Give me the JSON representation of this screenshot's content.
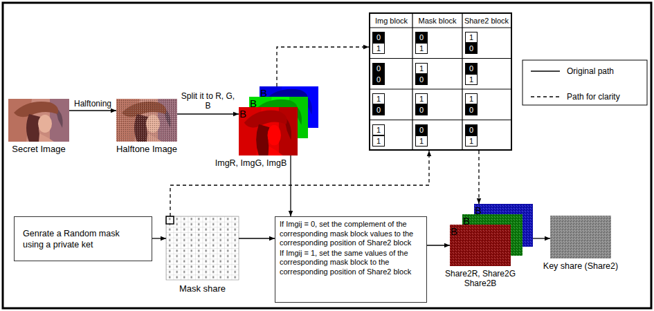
{
  "diagram": {
    "nodes": [
      {
        "text": [
          "Secret Image"
        ]
      },
      {
        "text": [
          "Halftone Image"
        ]
      },
      {
        "text": [
          "ImgR, ImgG, ImgB"
        ]
      },
      {
        "text": [
          "Img block",
          "Mask block",
          "Share2 block"
        ]
      },
      {
        "text": [
          "Genrate a Random mask using a private ket"
        ]
      },
      {
        "text": [
          "Mask share"
        ]
      },
      {
        "text": [
          "If Imgij = 0, set the complement of the corresponding mask block values to the corresponding position of Share2 block",
          "If Imgij = 1, set the same values of the corresponding mask block to the corresponding position of Share2 block"
        ]
      },
      {
        "text": [
          "Share2R, Share2G Share2B"
        ]
      },
      {
        "text": [
          "Key share (Share2)"
        ]
      }
    ],
    "edges": [
      {
        "from": 0,
        "to": 1,
        "label": "Halftoning",
        "arrow": "to"
      },
      {
        "from": 1,
        "to": 2,
        "label": "Split it to R, G, B",
        "arrow": "to"
      },
      {
        "from": 2,
        "to": 3,
        "arrow": "to"
      },
      {
        "from": 2,
        "to": 6,
        "arrow": "to"
      },
      {
        "from": 4,
        "to": 5,
        "arrow": "to"
      },
      {
        "from": 5,
        "to": 3,
        "arrow": "to"
      },
      {
        "from": 5,
        "to": 6,
        "arrow": "to"
      },
      {
        "from": 3,
        "to": 7,
        "arrow": "to"
      },
      {
        "from": 6,
        "to": 7,
        "arrow": "to"
      },
      {
        "from": 7,
        "to": 8,
        "arrow": "to"
      }
    ],
    "labels": [
      "0",
      "1",
      "0",
      "1",
      "1",
      "0",
      "0",
      "0",
      "1",
      "0",
      "0",
      "1",
      "1",
      "0",
      "1",
      "0",
      "1",
      "0",
      "1",
      "1",
      "0",
      "1",
      "0",
      "1",
      "B",
      "B",
      "B",
      "B",
      "B",
      "B"
    ],
    "legend": [
      {
        "text": "Original path"
      },
      {
        "text": "Path for clarity"
      }
    ]
  }
}
